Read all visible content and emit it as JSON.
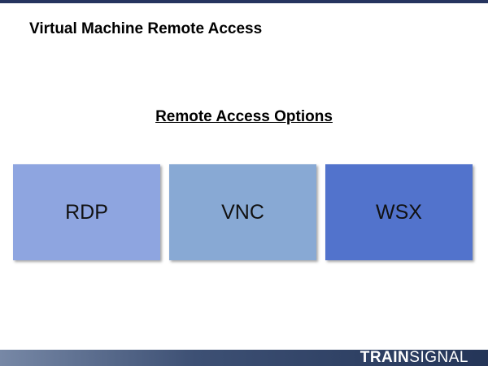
{
  "slide": {
    "title": "Virtual Machine Remote Access",
    "heading": "Remote Access Options"
  },
  "options": [
    {
      "label": "RDP",
      "color": "#8ea5e0"
    },
    {
      "label": "VNC",
      "color": "#88a9d4"
    },
    {
      "label": "WSX",
      "color": "#5273cc"
    }
  ],
  "footer": {
    "brand_part1": "TRAIN",
    "brand_part2": "SIGNAL"
  },
  "colors": {
    "accent_bar": "#26345f",
    "footer_dark": "#243558"
  }
}
